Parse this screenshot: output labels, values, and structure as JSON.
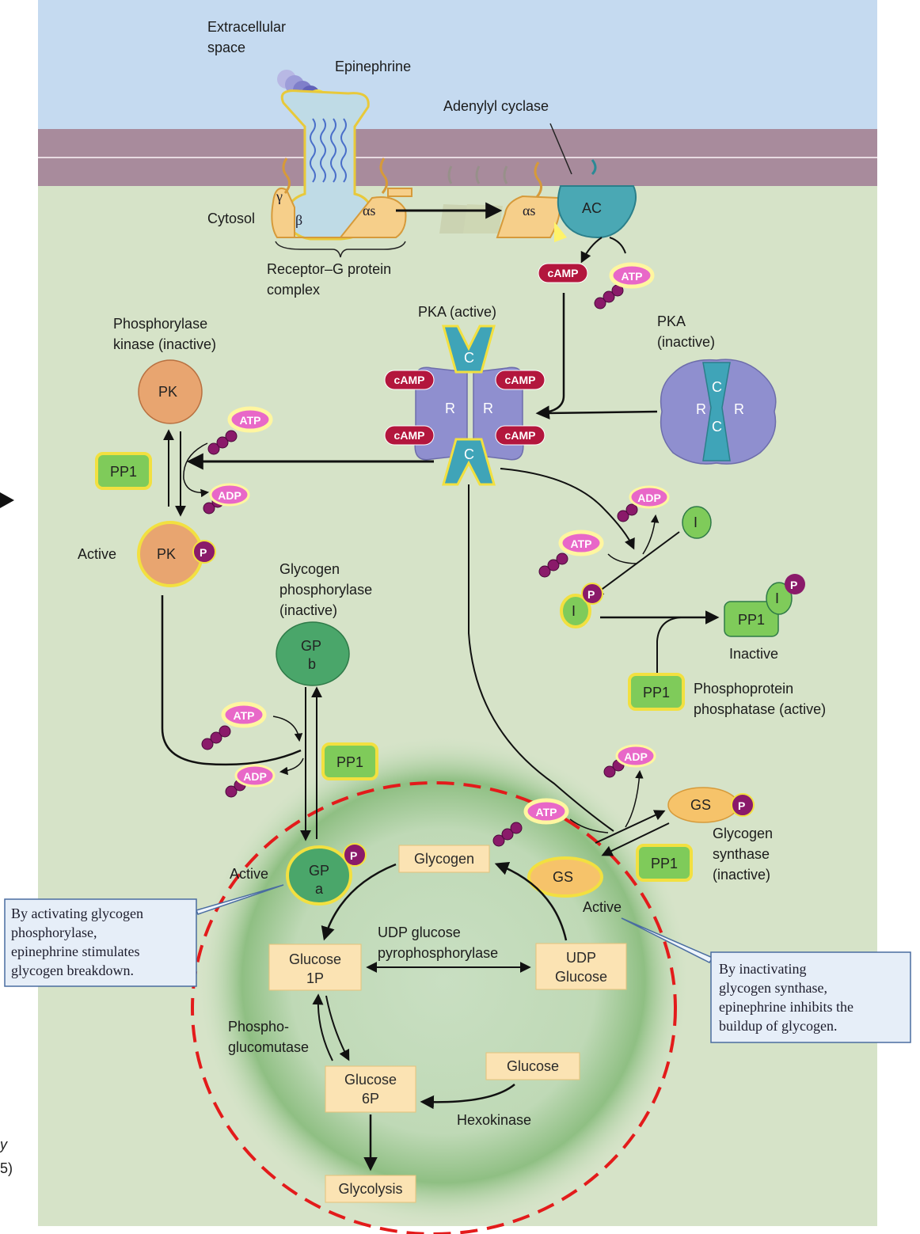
{
  "labels": {
    "extracellular_1": "Extracellular",
    "extracellular_2": "space",
    "epinephrine": "Epinephrine",
    "adenylyl_cyclase": "Adenylyl cyclase",
    "cytosol": "Cytosol",
    "complex_1": "Receptor–G protein",
    "complex_2": "complex",
    "ac": "AC",
    "camp": "cAMP",
    "atp": "ATP",
    "adp": "ADP",
    "pka_active": "PKA (active)",
    "pka_inactive_1": "PKA",
    "pka_inactive_2": "(inactive)",
    "c": "C",
    "r": "R",
    "phosphorylase_kinase_1": "Phosphorylase",
    "phosphorylase_kinase_2": "kinase (inactive)",
    "pk": "PK",
    "p": "P",
    "pp1": "PP1",
    "active": "Active",
    "inactive": "Inactive",
    "i": "I",
    "glycogen_phosphorylase_1": "Glycogen",
    "glycogen_phosphorylase_2": "phosphorylase",
    "glycogen_phosphorylase_3": "(inactive)",
    "gp": "GP",
    "a": "a",
    "b": "b",
    "gs": "GS",
    "glycogen_synthase_1": "Glycogen",
    "glycogen_synthase_2": "synthase",
    "glycogen_synthase_3": "(inactive)",
    "phosphoprotein_1": "Phosphoprotein",
    "phosphoprotein_2": "phosphatase (active)"
  },
  "receptor": {
    "gamma": "γ",
    "beta": "β",
    "alpha_s": "αs"
  },
  "cycle": {
    "glycogen": "Glycogen",
    "glucose_1p_1": "Glucose",
    "glucose_1p_2": "1P",
    "udp_glucose_1": "UDP",
    "udp_glucose_2": "Glucose",
    "glucose_6p_1": "Glucose",
    "glucose_6p_2": "6P",
    "glucose": "Glucose",
    "glycolysis": "Glycolysis",
    "udp_ppase_1": "UDP glucose",
    "udp_ppase_2": "pyrophosphorylase",
    "pgm_1": "Phospho-",
    "pgm_2": "glucomutase",
    "hexokinase": "Hexokinase"
  },
  "callouts": {
    "left_1": "By activating glycogen",
    "left_2": "phosphorylase,",
    "left_3": "epinephrine stimulates",
    "left_4": "glycogen breakdown.",
    "right_1": "By inactivating",
    "right_2": "glycogen synthase,",
    "right_3": "epinephrine inhibits the",
    "right_4": "buildup of glycogen."
  },
  "edge": {
    "line1": "y",
    "line2": "5)"
  },
  "colors": {
    "extracellular": "#c5daf0",
    "membrane": "#a88b9c",
    "cytosol": "#d6e3c8",
    "highlight": "#e31b1b",
    "camp": "#b3163d",
    "atp": "#e868c8",
    "phosphate": "#8a1a6a"
  }
}
